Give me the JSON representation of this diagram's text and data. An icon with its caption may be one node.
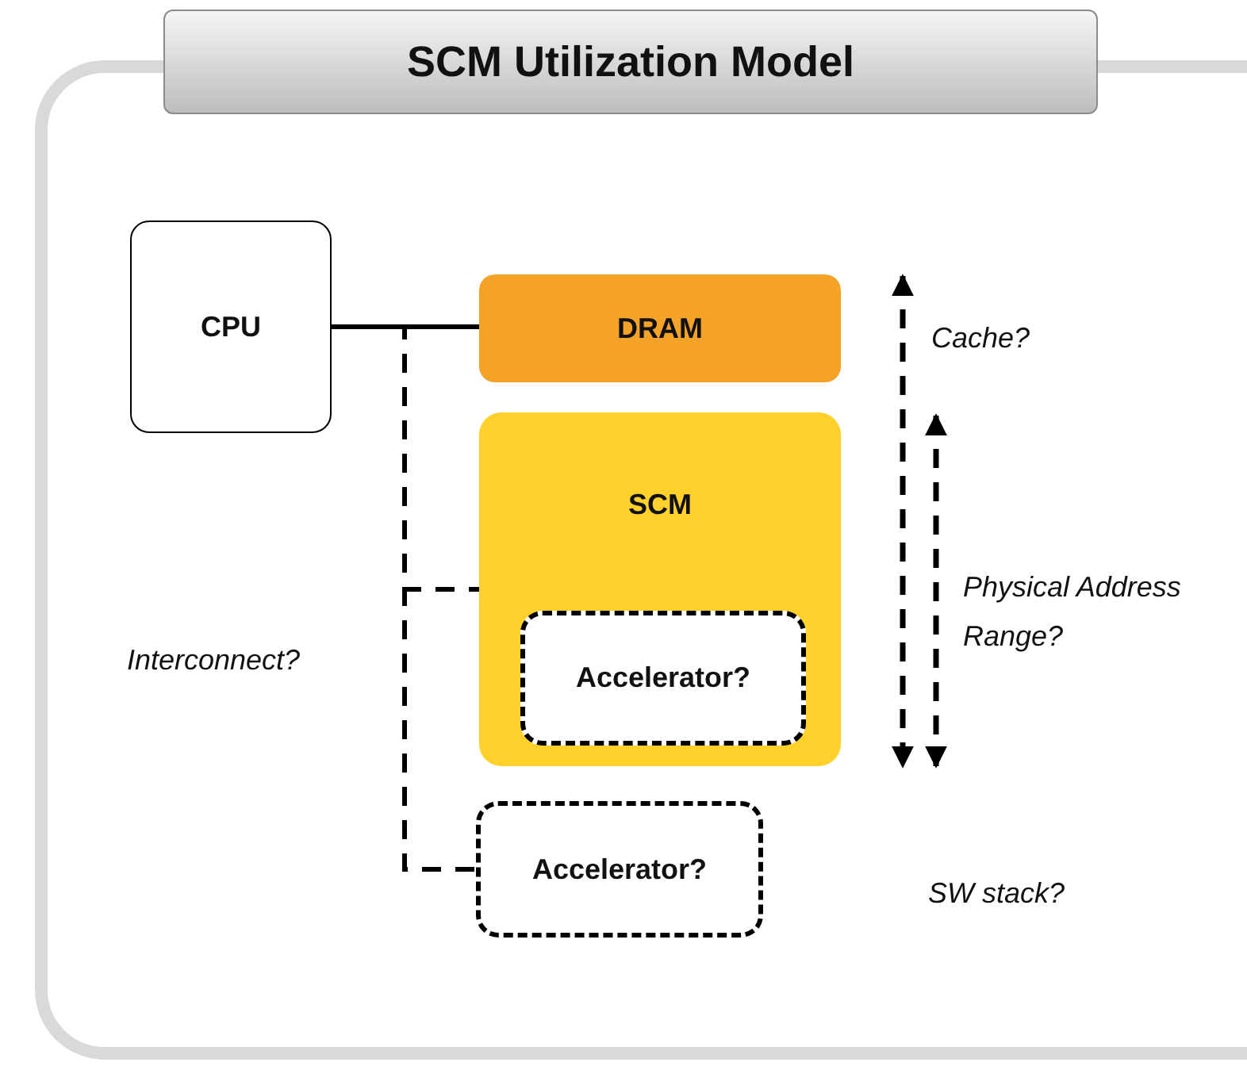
{
  "diagram": {
    "title": "SCM Utilization Model",
    "nodes": [
      {
        "text": [
          "CPU"
        ]
      },
      {
        "text": [
          "DRAM"
        ]
      },
      {
        "text": [
          "SCM"
        ]
      },
      {
        "text": [
          "Accelerator?"
        ],
        "in": 2
      },
      {
        "text": [
          "Accelerator?"
        ]
      }
    ],
    "edges": [
      {
        "from": 0,
        "to": 1,
        "arrow": "none"
      },
      {
        "from": 0,
        "to": 2,
        "arrow": "none",
        "style": "dashed"
      },
      {
        "from": 0,
        "to": 4,
        "arrow": "none",
        "style": "dashed"
      }
    ],
    "labels": [
      "Cache?",
      "Physical Address Range?",
      "Interconnect?",
      "SW stack?"
    ]
  }
}
